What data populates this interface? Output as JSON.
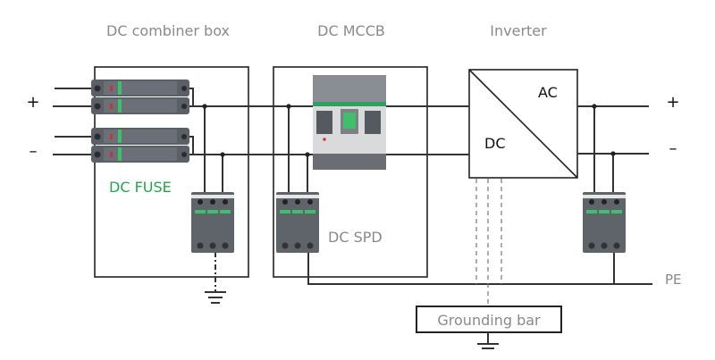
{
  "labels": {
    "combiner_box": "DC combiner box",
    "mccb": "DC MCCB",
    "inverter": "Inverter",
    "fuse": "DC FUSE",
    "spd": "DC SPD",
    "ac": "AC",
    "dc": "DC",
    "pe": "PE",
    "grounding_bar": "Grounding bar",
    "plus_in": "+",
    "minus_in": "–",
    "plus_out": "+",
    "minus_out": "–"
  },
  "colors": {
    "fuse_label": "#22a64a",
    "device_gray": "#5b5f66",
    "indicator_green": "#3fbf6a"
  }
}
